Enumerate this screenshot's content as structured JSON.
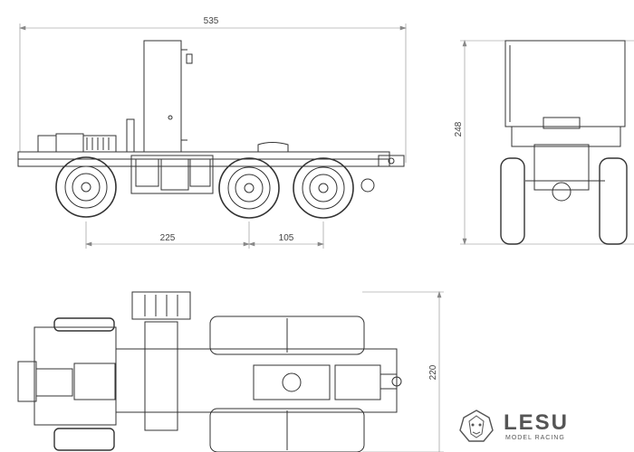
{
  "dimensions": {
    "overall_length": "535",
    "height": "248",
    "wheelbase_front": "225",
    "wheelbase_rear": "105",
    "width": "220"
  },
  "logo": {
    "brand": "LESU",
    "tagline": "MODEL RACING",
    "icon": "lion-head-icon"
  },
  "colors": {
    "line": "#333333",
    "dimension": "#777777"
  }
}
